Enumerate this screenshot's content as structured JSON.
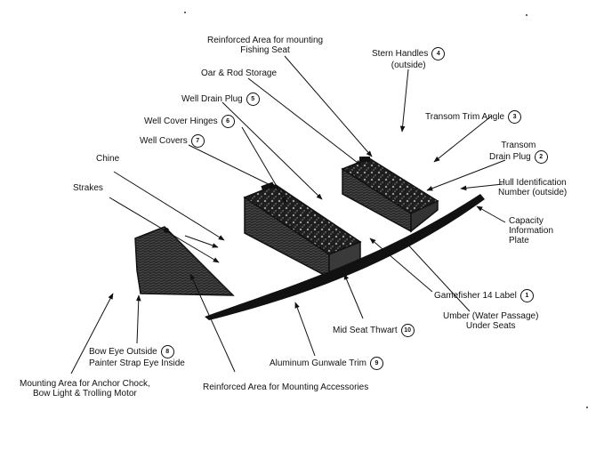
{
  "labels": {
    "reinforced_fishing_seat": [
      "Reinforced Area for mounting",
      "Fishing Seat"
    ],
    "stern_handles": [
      "Stern Handles",
      "(outside)"
    ],
    "stern_handles_num": "4",
    "oar_rod_storage": "Oar & Rod Storage",
    "well_drain_plug": "Well Drain Plug",
    "well_drain_plug_num": "5",
    "well_cover_hinges": "Well Cover Hinges",
    "well_cover_hinges_num": "6",
    "transom_trim_angle": "Transom Trim Angle",
    "transom_trim_angle_num": "3",
    "well_covers": "Well Covers",
    "well_covers_num": "7",
    "transom_drain_plug": [
      "Transom",
      "Drain Plug"
    ],
    "transom_drain_plug_num": "2",
    "chine": "Chine",
    "hull_id_number": [
      "Hull Identification",
      "Number (outside)"
    ],
    "strakes": "Strakes",
    "capacity_plate": [
      "Capacity",
      "Information",
      "Plate"
    ],
    "gamefisher_label": "Gamefisher 14 Label",
    "gamefisher_label_num": "1",
    "umber": [
      "Umber (Water Passage)",
      "Under Seats"
    ],
    "mid_seat_thwart": "Mid Seat Thwart",
    "mid_seat_thwart_num": "10",
    "bow_eye": [
      "Bow Eye Outside",
      "Painter Strap Eye Inside"
    ],
    "bow_eye_num": "8",
    "aluminum_gunwale_trim": "Aluminum Gunwale Trim",
    "aluminum_gunwale_trim_num": "9",
    "mounting_area_anchor": [
      "Mounting Area for Anchor Chock,",
      "Bow Light & Trolling Motor"
    ],
    "reinforced_accessories": "Reinforced Area for Mounting Accessories"
  }
}
